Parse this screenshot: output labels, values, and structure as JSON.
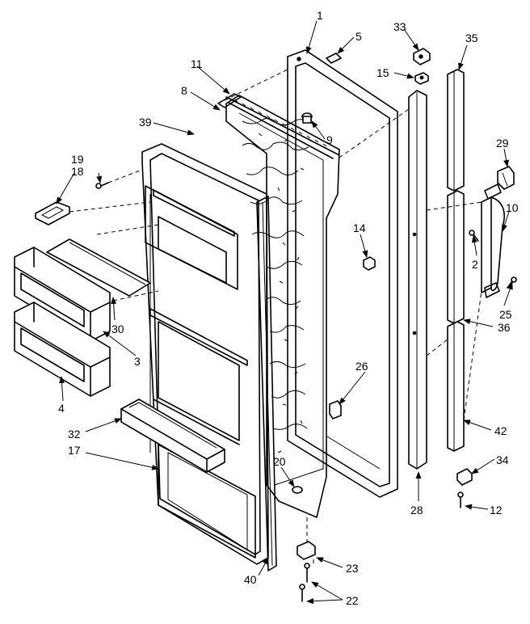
{
  "callouts": [
    "1",
    "5",
    "33",
    "35",
    "11",
    "15",
    "8",
    "9",
    "39",
    "29",
    "19",
    "18",
    "10",
    "14",
    "2",
    "30",
    "25",
    "3",
    "36",
    "4",
    "26",
    "32",
    "17",
    "42",
    "20",
    "34",
    "28",
    "12",
    "23",
    "40",
    "22"
  ]
}
